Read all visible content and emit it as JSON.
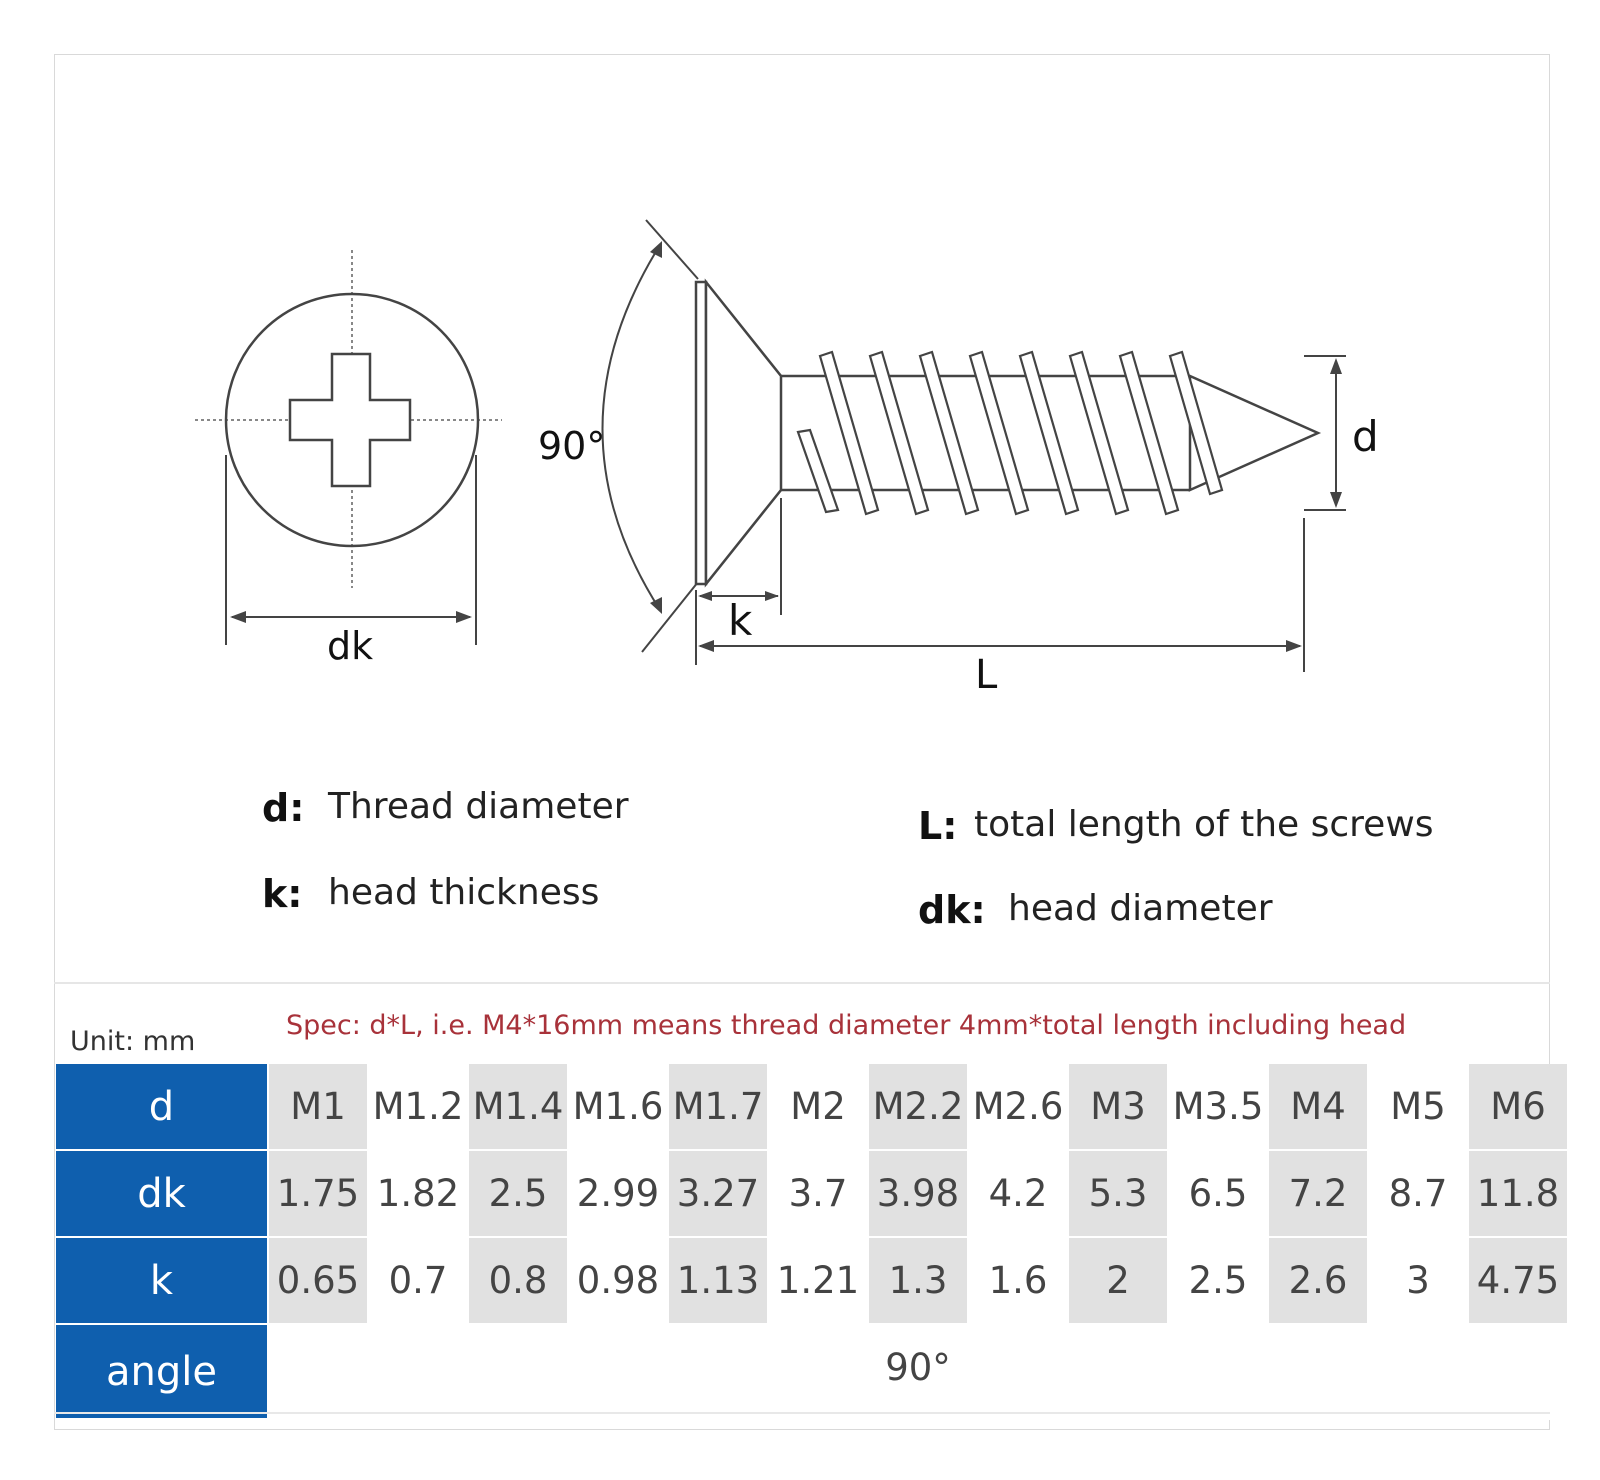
{
  "diagram": {
    "dims": {
      "dk": "dk",
      "angle": "90°",
      "k": "k",
      "length": "L",
      "thread": "d"
    }
  },
  "legend": {
    "d_symbol": "d:",
    "d_text": "Thread diameter",
    "k_symbol": "k:",
    "k_text": "head thickness",
    "L_symbol": "L:",
    "L_text": "total length of the screws",
    "dk_symbol": "dk:",
    "dk_text": "head diameter"
  },
  "unit_label": "Unit: mm",
  "spec_note": "Spec: d*L, i.e. M4*16mm means thread diameter 4mm*total length including head",
  "table": {
    "row_headers": [
      "d",
      "dk",
      "k",
      "angle"
    ],
    "d": [
      "M1",
      "M1.2",
      "M1.4",
      "M1.6",
      "M1.7",
      "M2",
      "M2.2",
      "M2.6",
      "M3",
      "M3.5",
      "M4",
      "M5",
      "M6"
    ],
    "dk": [
      "1.75",
      "1.82",
      "2.5",
      "2.99",
      "3.27",
      "3.7",
      "3.98",
      "4.2",
      "5.3",
      "6.5",
      "7.2",
      "8.7",
      "11.8"
    ],
    "k": [
      "0.65",
      "0.7",
      "0.8",
      "0.98",
      "1.13",
      "1.21",
      "1.3",
      "1.6",
      "2",
      "2.5",
      "2.6",
      "3",
      "4.75"
    ],
    "angle": "90°"
  },
  "colors": {
    "header_blue": "#0f5fae",
    "spec_red": "#a8323a",
    "cell_gray": "#e1e1e1"
  }
}
